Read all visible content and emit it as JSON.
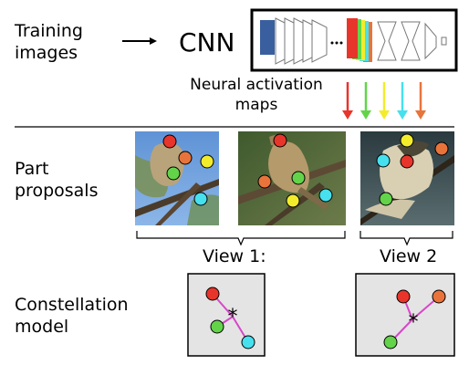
{
  "rows": {
    "training": "Training\nimages",
    "part": "Part\nproposals",
    "constellation": "Constellation\nmodel"
  },
  "cnn_label": "CNN",
  "maps_label": "Neural activation\nmaps",
  "views": {
    "view1": "View 1:",
    "view2": "View 2"
  },
  "colors": {
    "red": "#e8352b",
    "green": "#63d44a",
    "yellow": "#f2ec2b",
    "cyan": "#46e0ee",
    "orange": "#e8743b",
    "edge": "#d946c9",
    "panel": "#e4e4e4"
  }
}
